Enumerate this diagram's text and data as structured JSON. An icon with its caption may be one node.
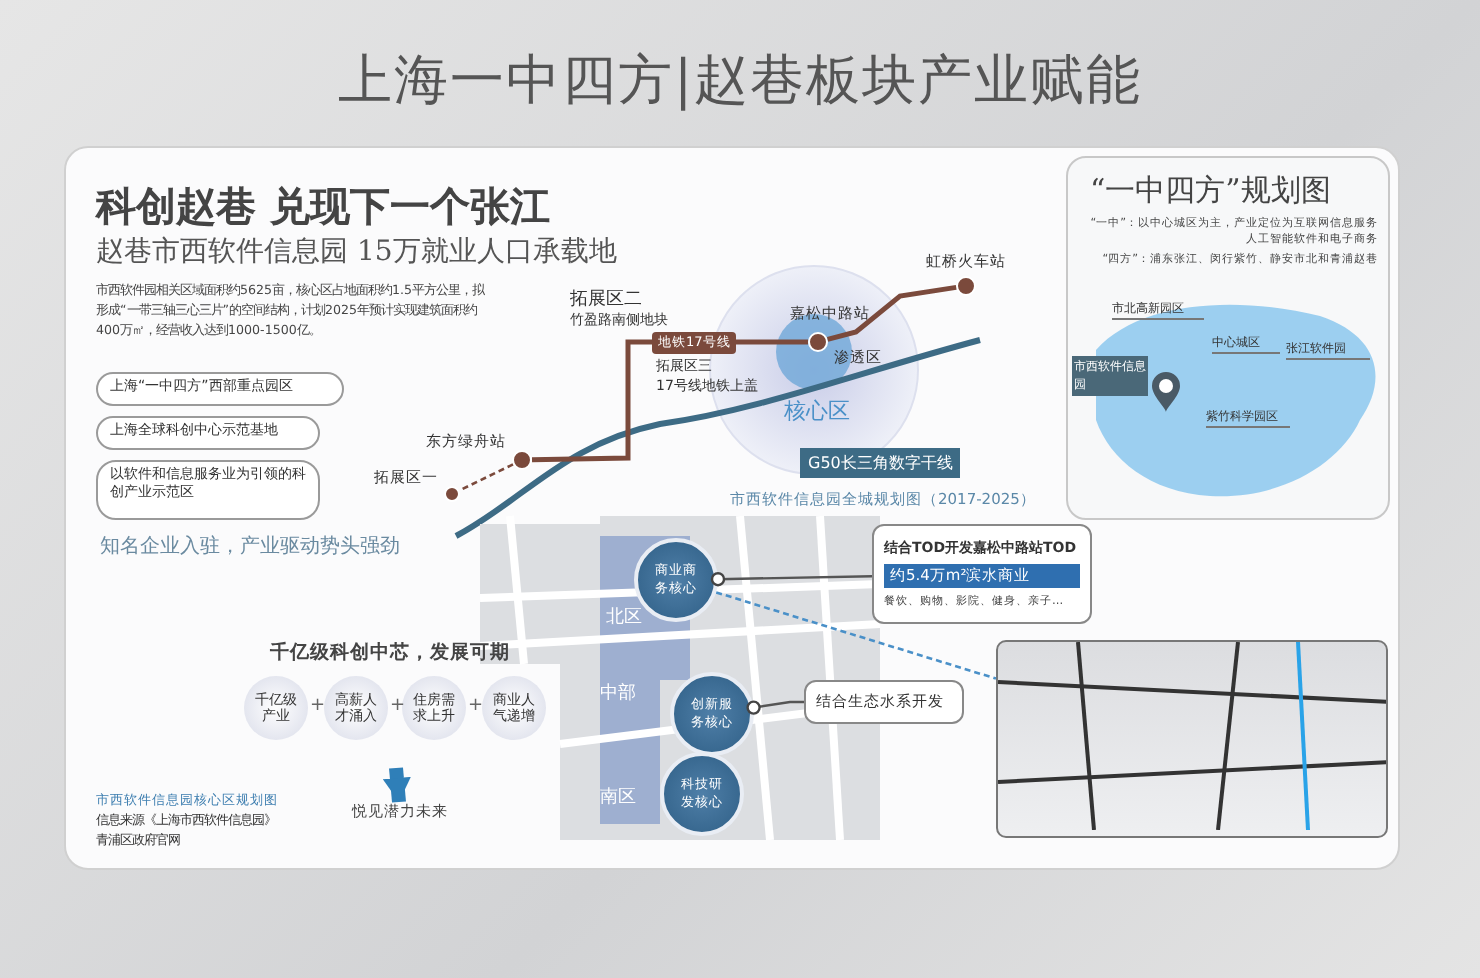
{
  "diagram": {
    "title": "上海一中四方|赵巷板块产业赋能",
    "nodes": [
      {
        "text": [
          "上海“一中四方”西部重点园区"
        ]
      },
      {
        "text": [
          "上海全球科创中心示范基地"
        ]
      },
      {
        "text": [
          "以软件和信息服务业为引领的科创产业示范区"
        ]
      },
      {
        "text": [],
        "shape": "circle",
        "beside": [
          "嘉松中路站"
        ]
      },
      {
        "text": [],
        "shape": "circle",
        "beside": [
          "虹桥火车站"
        ]
      },
      {
        "text": [],
        "shape": "circle",
        "beside": [
          "东方绿舟站"
        ]
      },
      {
        "text": [],
        "shape": "circle",
        "beside": [
          "拓展区一"
        ]
      },
      {
        "text": [
          "商业商务核心"
        ]
      },
      {
        "text": [
          "创新服务核心"
        ]
      },
      {
        "text": [
          "科技研发核心"
        ]
      },
      {
        "text": [
          "结合TOD开发嘉松中路站TOD",
          "约5.4万m²滨水商业",
          "餐饮、购物、影院、健身、亲子…"
        ]
      },
      {
        "text": [
          "结合生态水系开发"
        ]
      },
      {
        "text": [],
        "shape": "picture"
      },
      {
        "text": [
          "千亿级产业"
        ]
      },
      {
        "text": [
          "高薪人才涌入"
        ]
      },
      {
        "text": [
          "住房需求上升"
        ]
      },
      {
        "text": [
          "商业人气递增"
        ]
      },
      {
        "text": [
          "悦见潜力未来"
        ]
      }
    ],
    "edges": [
      {
        "from": 4,
        "to": 3,
        "arrow": "none",
        "color": "#7b4a3c"
      },
      {
        "from": 3,
        "to": 5,
        "arrow": "none",
        "label": "地铁17号线",
        "color": "#7b4a3c"
      },
      {
        "from": 5,
        "to": 6,
        "arrow": "none",
        "style": "dashed",
        "color": "#7b4a3c"
      },
      {
        "from": 10,
        "to": 7,
        "arrow": "other"
      },
      {
        "from": 11,
        "to": 8,
        "arrow": "other"
      },
      {
        "from": 7,
        "to": 12,
        "arrow": "none",
        "style": "dashed",
        "color": "#4a90c8"
      },
      {
        "from": null,
        "to": 17,
        "arrow": "to",
        "style": "thick",
        "color": "#2f7fb8"
      }
    ],
    "labels": [
      "科创赵巷 兑现下一个张江",
      "赵巷市西软件信息园 15万就业人口承载地",
      "市西软件园相关区域面积约5625亩，核心区占地面积约1.5平方公里，拟形成“一带三轴三心三片”的空间结构，计划2025年预计实现建筑面积约400万㎡，经营收入达到1000-1500亿。",
      "知名企业入驻，产业驱动势头强劲",
      "拓展区二",
      "竹盈路南侧地块",
      "拓展区三",
      "17号线地铁上盖",
      "渗透区",
      "核心区",
      "G50长三角数字干线",
      "市西软件信息园全城规划图（2017-2025）",
      "“一中四方”规划图",
      "“一中”：以中心城区为主，产业定位为互联网信息服务人工智能软件和电子商务",
      "“四方”：浦东张江、闵行紫竹、静安市北和青浦赵巷",
      "市北高新园区",
      "中心城区",
      "张江软件园",
      "市西软件信息园",
      "紫竹科学园区",
      "北区",
      "中部",
      "南区",
      "千亿级科创中芯，发展可期",
      "+",
      "+",
      "+",
      "市西软件信息园核心区规划图",
      "信息来源《上海市西软件信息园》",
      "青浦区政府官网"
    ]
  }
}
